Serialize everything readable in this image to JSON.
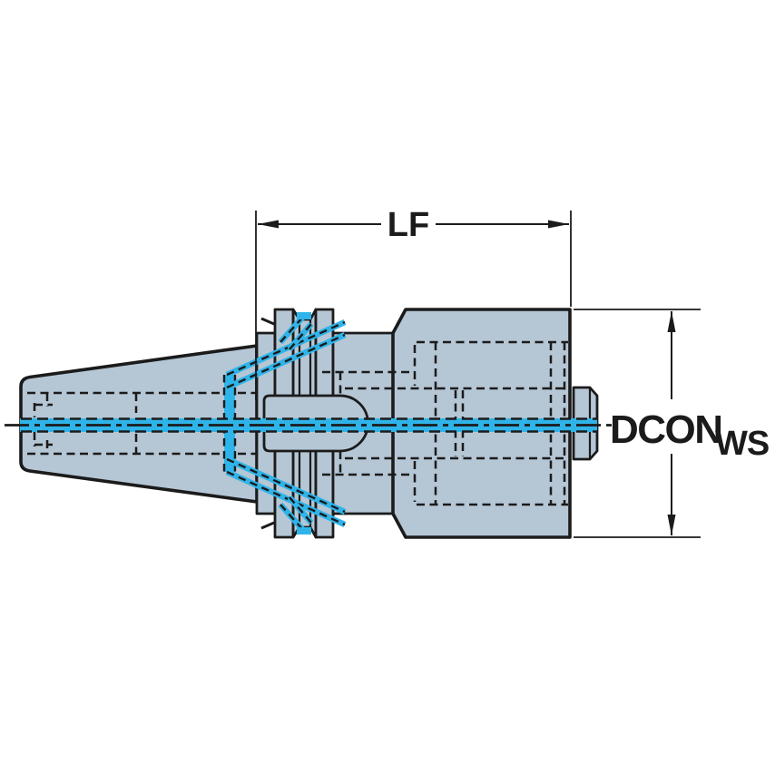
{
  "drawing": {
    "description": "Side-view technical drawing of a taper-shank milling adapter with through coolant",
    "dimension_labels": {
      "length": "LF",
      "diameter_main": "DCON",
      "diameter_subscript": "WS"
    },
    "colors": {
      "body": "#b5c6d5",
      "coolant": "#2fb4e9",
      "line": "#1b1b1b",
      "background": "#ffffff"
    }
  }
}
